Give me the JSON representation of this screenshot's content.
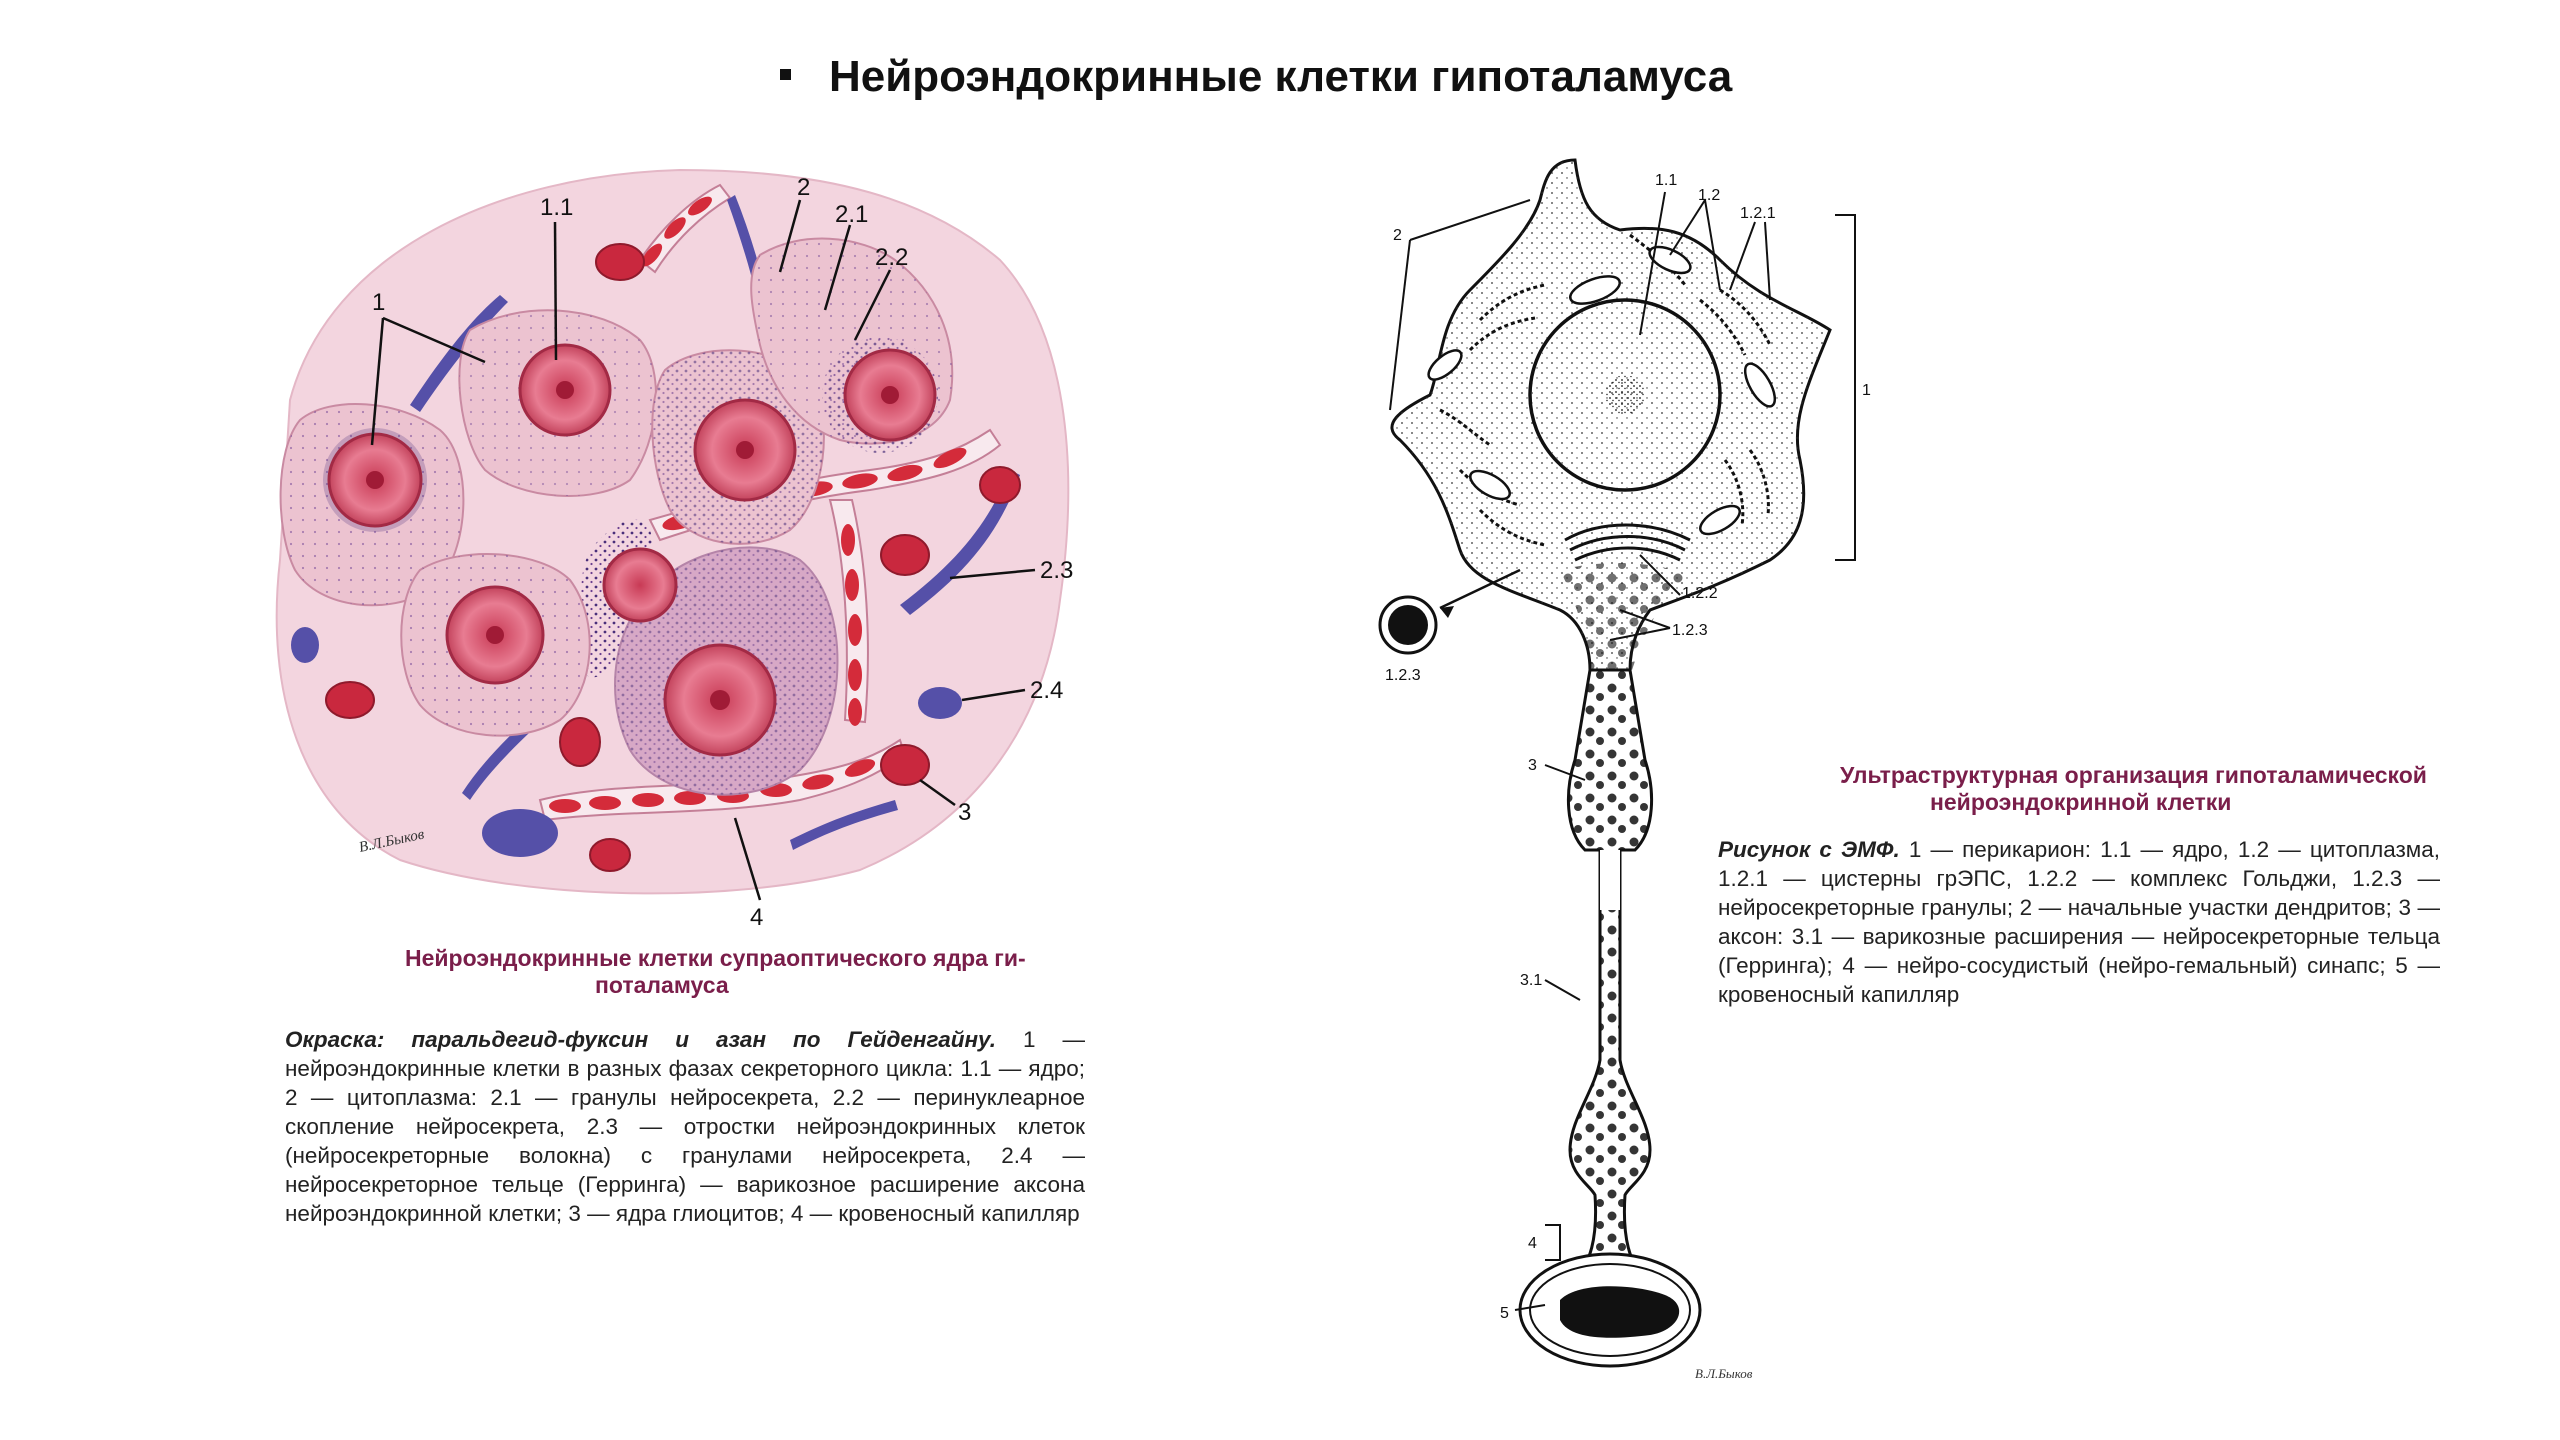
{
  "title": "Нейроэндокринные клетки гипоталамуса",
  "left": {
    "labels": {
      "l1": "1",
      "l11": "1.1",
      "l2": "2",
      "l21": "2.1",
      "l22": "2.2",
      "l23": "2.3",
      "l24": "2.4",
      "l3": "3",
      "l4": "4"
    },
    "signature": "В.Л.Быков",
    "caption_title_line1": "Нейроэндокринные клетки супраоптического ядра ги-",
    "caption_title_line2": "поталамуса",
    "caption_lead": "Окраска: паральдегид-фуксин и азан по Гейденгайну.",
    "caption_body": " 1 — нейроэндокринные клетки в разных фазах секреторного цикла: 1.1 — ядро; 2 — цитоплазма: 2.1 — гранулы нейросекрета, 2.2 — перинуклеарное скопление нейросекрета, 2.3 — отростки нейроэндокринных клеток (нейросекреторные волокна) с гранулами нейросекрета, 2.4 — нейросекреторное тельце (Герринга) — варикозное расширение аксона нейроэндокринной клетки; 3 — ядра глиоцитов; 4 — кровеносный капилляр"
  },
  "right": {
    "labels": {
      "l11": "1.1",
      "l12": "1.2",
      "l121": "1.2.1",
      "l2": "2",
      "l1": "1",
      "l122": "1.2.2",
      "l123": "1.2.3",
      "l123b": "1.2.3",
      "l3": "3",
      "l31": "3.1",
      "l4": "4",
      "l5": "5"
    },
    "signature": "В.Л.Быков",
    "caption_title_line1": "Ультраструктурная организация гипоталамической",
    "caption_title_line2": "нейроэндокринной клетки",
    "caption_lead": "Рисунок с ЭМФ.",
    "caption_body": " 1 — перикарион: 1.1 — ядро, 1.2 — цитоплазма, 1.2.1 — цистерны грЭПС, 1.2.2 — комплекс Гольджи, 1.2.3 — нейросекреторные гранулы; 2 — начальные участки дендритов; 3 — аксон: 3.1 — варикозные расширения — нейросекреторные тельца (Герринга); 4 — нейро-сосудистый (нейро-гемальный) синапс; 5 — кровеносный капилляр"
  },
  "colors": {
    "tissue": "#f3d5df",
    "cell": "#ecc3d0",
    "nucleus": "#d9506a",
    "granule": "#4a2f7a",
    "glia": "#5550a8",
    "rbc": "#d42b3a",
    "caption_accent": "#7a1e4a"
  }
}
